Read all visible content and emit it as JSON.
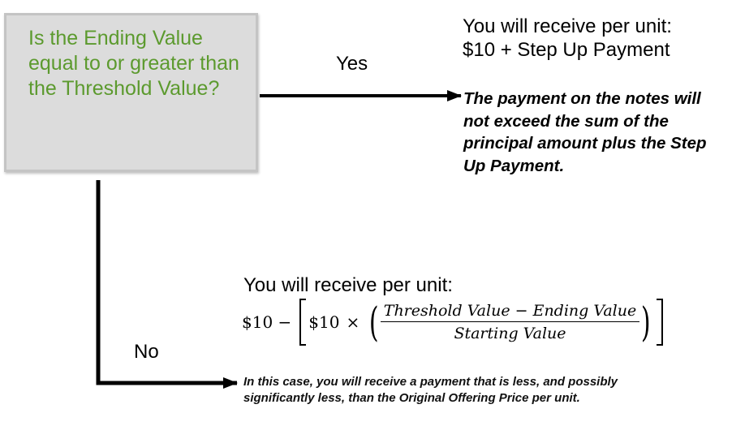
{
  "decision": {
    "question": "Is the Ending Value equal to or greater than the Threshold Value?"
  },
  "branches": {
    "yes": {
      "label": "Yes",
      "outcome_title_line1": "You will receive per unit:",
      "outcome_title_line2": "$10 + Step Up Payment",
      "note": "The payment on the notes will not exceed the sum of the principal amount plus the Step Up Payment."
    },
    "no": {
      "label": "No",
      "outcome_title": "You will receive per unit:",
      "formula": {
        "lead": "$10 −",
        "inner_lead": "$10",
        "times": "×",
        "numerator": "Threshold Value − Ending Value",
        "denominator": "Starting Value"
      },
      "note_line1": "In this case, you will receive a payment that is less, and possibly",
      "note_line2": "significantly less, than the Original Offering Price per unit."
    }
  },
  "colors": {
    "question_text": "#5c9a2e",
    "box_fill": "#dcdcdc",
    "box_border": "#c4c4c4",
    "arrow": "#000000"
  }
}
